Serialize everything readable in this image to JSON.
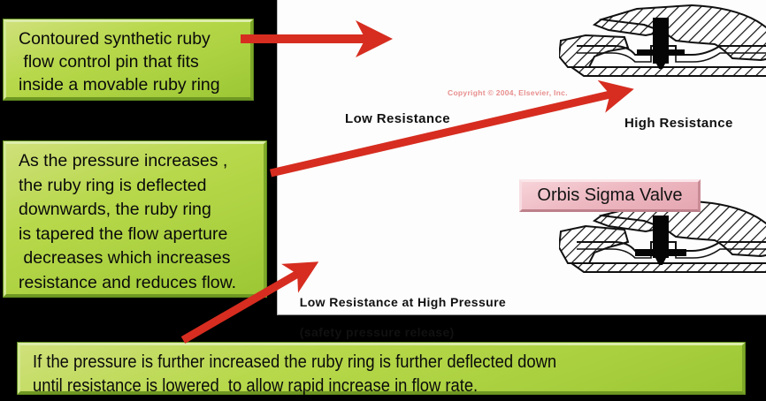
{
  "callouts": {
    "pin_description": {
      "lines": [
        "Contoured synthetic ruby",
        " flow control pin that fits",
        "inside a movable ruby ring"
      ]
    },
    "pressure_increase": {
      "lines": [
        "As the pressure increases ,",
        "the ruby ring is deflected",
        "downwards, the ruby ring",
        "is tapered the flow aperture",
        " decreases which increases",
        "resistance and reduces flow."
      ]
    },
    "further_pressure": {
      "lines": [
        "If the pressure is further increased the ruby ring is further deflected down",
        "until resistance is lowered  to allow rapid increase in flow rate."
      ]
    }
  },
  "diagram": {
    "valve_name": "Orbis Sigma Valve",
    "low_resistance_label": "Low Resistance",
    "high_resistance_label": "High Resistance",
    "low_resistance_high_pressure_label": [
      "Low Resistance at High Pressure",
      "(safety pressure release)"
    ],
    "copyright": "Copyright © 2004, Elsevier, Inc."
  },
  "colors": {
    "callout_fill": "#b7d84a",
    "callout_highlight": "#dcedaa",
    "callout_shadow": "#6f9822",
    "pink_fill": "#eeb9c2",
    "arrow_red": "#d62d20",
    "copyright_pink": "#e88e8e",
    "panel_white": "#fdfdfd",
    "background_black": "#000000"
  },
  "icons": {
    "arrow_pin": "arrow-right-icon",
    "arrow_high_resistance": "arrow-diagonal-up-right-icon",
    "arrow_safety_release": "arrow-diagonal-up-right-icon",
    "flow_arrow": "arrow-right-icon"
  }
}
